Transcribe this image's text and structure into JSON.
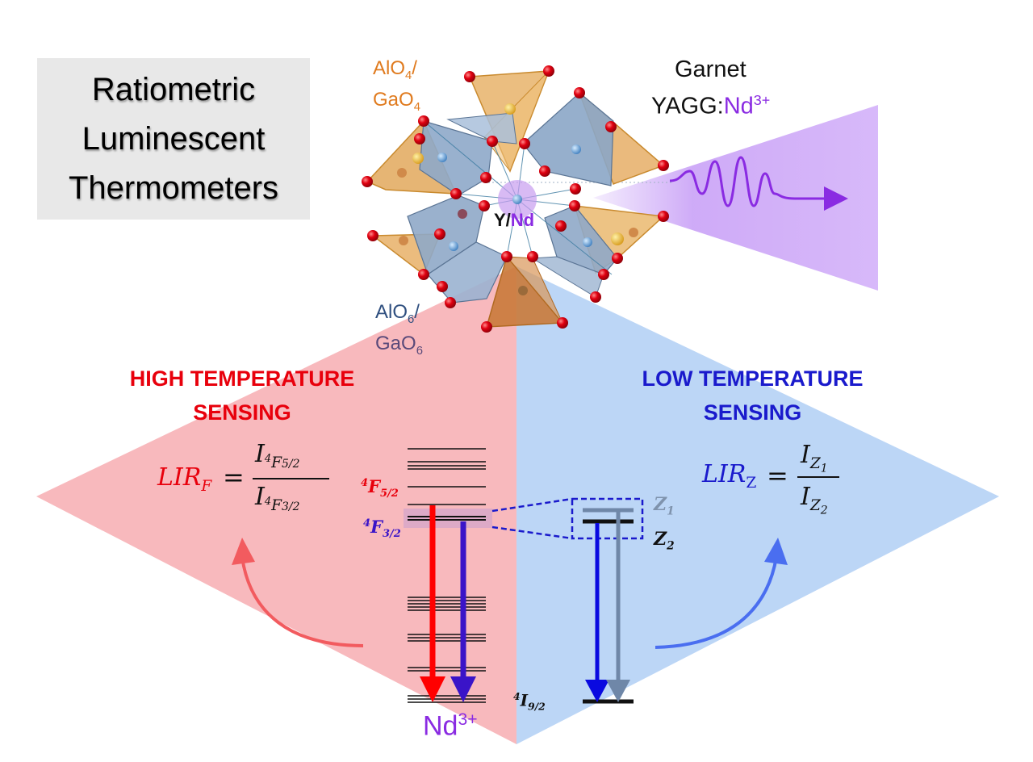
{
  "title": {
    "line1": "Ratiometric",
    "line2": "Luminescent",
    "line3": "Thermometers"
  },
  "crystal": {
    "tetra_label_1": "AlO",
    "tetra_sub_1": "4",
    "tetra_slash": "/",
    "tetra_label_2": "GaO",
    "tetra_sub_2": "4",
    "octa_label_1": "AlO",
    "octa_sub_1": "6",
    "octa_slash": "/",
    "octa_label_2": "GaO",
    "octa_sub_2": "6",
    "center_y": "Y/",
    "center_nd": "Nd",
    "garnet_title": "Garnet",
    "garnet_formula": "YAGG:",
    "garnet_ion": "Nd",
    "garnet_charge": "3+"
  },
  "high": {
    "heading_line1": "HIGH TEMPERATURE",
    "heading_line2": "SENSING",
    "lir_main": "LIR",
    "lir_sub": "F",
    "equals": "=",
    "num_I": "I",
    "num_sub": "4",
    "num_sub2": "F",
    "num_sub3": "5/2",
    "den_I": "I",
    "den_sub": "4",
    "den_sub2": "F",
    "den_sub3": "3/2"
  },
  "low": {
    "heading_line1": "LOW TEMPERATURE",
    "heading_line2": "SENSING",
    "lir_main": "LIR",
    "lir_sub": "Z",
    "equals": "=",
    "num_I": "I",
    "num_sub": "Z",
    "num_sub2": "1",
    "den_I": "I",
    "den_sub": "Z",
    "den_sub2": "2"
  },
  "levels": {
    "f52_sup": "4",
    "f52_main": "F",
    "f52_sub": "5/2",
    "f32_sup": "4",
    "f32_main": "F",
    "f32_sub": "3/2",
    "i92_sup": "4",
    "i92_main": "I",
    "i92_sub": "9/2",
    "z1_main": "Z",
    "z1_sub": "1",
    "z2_main": "Z",
    "z2_sub": "2",
    "ion_main": "Nd",
    "ion_charge": "3+"
  },
  "colors": {
    "high_red": "#e8000c",
    "low_blue": "#1a1acc",
    "purple": "#8a2be2",
    "orange": "#e07b1f",
    "navy": "#2f4f7f",
    "pink_bg": "#f8b9bd",
    "blue_bg": "#bcd6f6"
  }
}
